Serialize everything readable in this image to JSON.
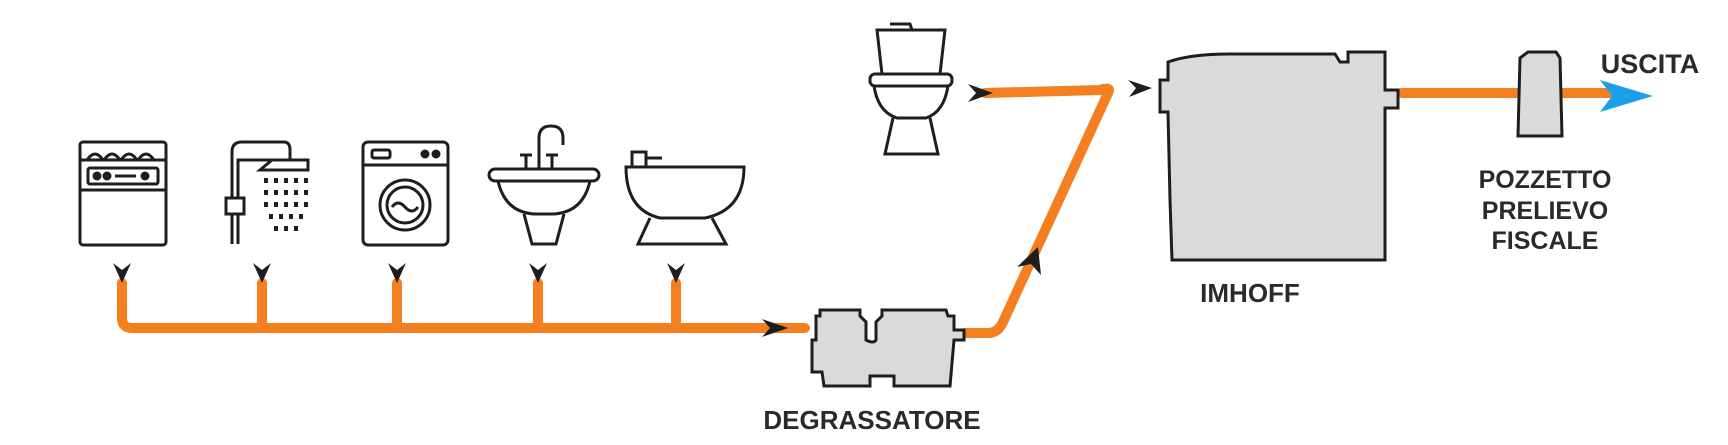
{
  "labels": {
    "degrassatore": "DEGRASSATORE",
    "imhoff": "IMHOFF",
    "pozzetto": [
      "POZZETTO",
      "PRELIEVO",
      "FISCALE"
    ],
    "uscita": "USCITA"
  },
  "appliances": [
    {
      "name": "dishwasher-icon"
    },
    {
      "name": "shower-icon"
    },
    {
      "name": "washing-machine-icon"
    },
    {
      "name": "sink-icon"
    },
    {
      "name": "bidet-icon"
    },
    {
      "name": "toilet-icon"
    }
  ],
  "colors": {
    "pipe": "#F47F20",
    "outline": "#1e1e1e",
    "tank_fill": "#d9dadc",
    "exit_arrow": "#1AA0E6"
  }
}
